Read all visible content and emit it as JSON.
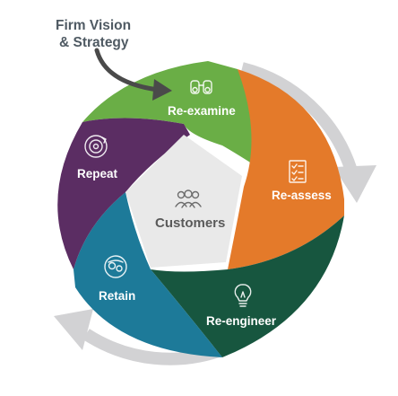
{
  "header": {
    "line1": "Firm Vision",
    "line2": "& Strategy"
  },
  "center": {
    "label": "Customers",
    "icon": "people-group-icon"
  },
  "segments": [
    {
      "label": "Re-examine",
      "color": "#6aae46",
      "icon": "binoculars-icon"
    },
    {
      "label": "Re-assess",
      "color": "#e47a2a",
      "icon": "checklist-icon"
    },
    {
      "label": "Re-engineer",
      "color": "#17563f",
      "icon": "lightbulb-icon"
    },
    {
      "label": "Retain",
      "color": "#1d7a99",
      "icon": "brain-gears-icon"
    },
    {
      "label": "Repeat",
      "color": "#5b2d63",
      "icon": "cycle-target-icon"
    }
  ],
  "colors": {
    "center_fill": "#e9e9e9",
    "ring_arrow": "#d2d2d4",
    "pointer_arrow": "#4a4a4a",
    "header_text": "#4f5a63"
  }
}
